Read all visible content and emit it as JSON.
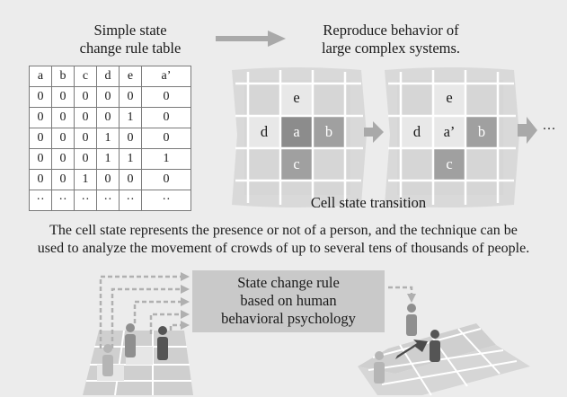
{
  "rule_table": {
    "title_line1": "Simple state",
    "title_line2": "change rule table",
    "headers": [
      "a",
      "b",
      "c",
      "d",
      "e",
      "a’"
    ],
    "rows": [
      [
        "0",
        "0",
        "0",
        "0",
        "0",
        "0"
      ],
      [
        "0",
        "0",
        "0",
        "0",
        "1",
        "0"
      ],
      [
        "0",
        "0",
        "0",
        "1",
        "0",
        "0"
      ],
      [
        "0",
        "0",
        "0",
        "1",
        "1",
        "1"
      ],
      [
        "0",
        "0",
        "1",
        "0",
        "0",
        "0"
      ],
      [
        "··",
        "··",
        "··",
        "··",
        "··",
        "··"
      ]
    ]
  },
  "reproduce_line1": "Reproduce behavior of",
  "reproduce_line2": "large complex systems.",
  "grid1": {
    "e": "e",
    "d": "d",
    "a": "a",
    "b": "b",
    "c": "c"
  },
  "grid2": {
    "e": "e",
    "d": "d",
    "a": "a’",
    "b": "b",
    "c": "c"
  },
  "ellipsis": "···",
  "cell_transition_label": "Cell state transition",
  "description_line1": "The cell state represents the presence or not of a person, and the technique can be",
  "description_line2": "used to analyze the movement of crowds of up to several tens of thousands of people.",
  "rule_box": {
    "line1": "State change rule",
    "line2": "based on human",
    "line3": "behavioral psychology"
  },
  "colors": {
    "background": "#ececec",
    "cell_light": "#d4d4d4",
    "cell_dark": "#8c8c8c",
    "arrow": "#a9a9a9"
  }
}
